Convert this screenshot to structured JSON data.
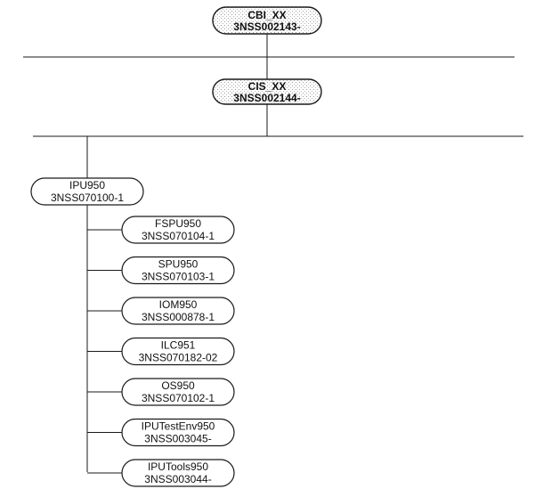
{
  "top_nodes": [
    {
      "id": "cbi",
      "line1": "CBI_XX",
      "line2": "3NSS002143-"
    },
    {
      "id": "cis",
      "line1": "CIS_XX",
      "line2": "3NSS002144-"
    }
  ],
  "parent_node": {
    "id": "ipu950",
    "line1": "IPU950",
    "line2": "3NSS070100-1"
  },
  "child_nodes": [
    {
      "id": "fspu950",
      "line1": "FSPU950",
      "line2": "3NSS070104-1"
    },
    {
      "id": "spu950",
      "line1": "SPU950",
      "line2": "3NSS070103-1"
    },
    {
      "id": "iom950",
      "line1": "IOM950",
      "line2": "3NSS000878-1"
    },
    {
      "id": "ilc951",
      "line1": "ILC951",
      "line2": "3NSS070182-02"
    },
    {
      "id": "os950",
      "line1": "OS950",
      "line2": "3NSS070102-1"
    },
    {
      "id": "iputestenv950",
      "line1": "IPUTestEnv950",
      "line2": "3NSS003045-"
    },
    {
      "id": "iputools950",
      "line1": "IPUTools950",
      "line2": "3NSS003044-"
    }
  ]
}
